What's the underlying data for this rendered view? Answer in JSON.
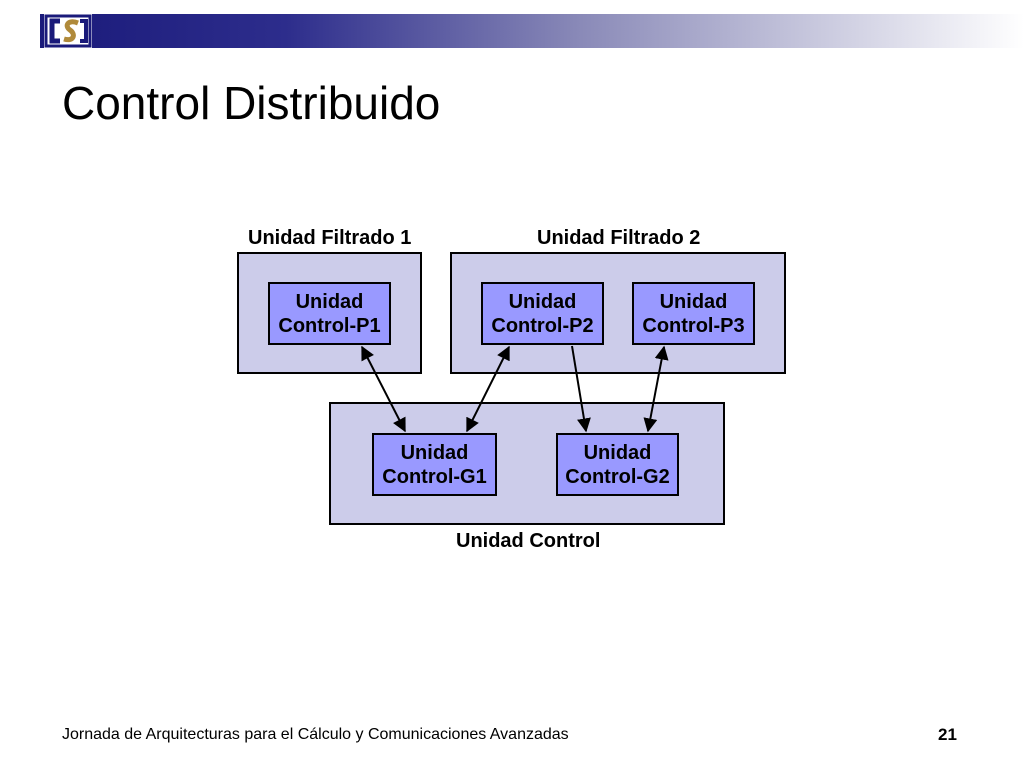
{
  "header": {
    "logo_text": "CS",
    "title": "Control Distribuido"
  },
  "diagram": {
    "groups": {
      "filtrado1": {
        "label": "Unidad Filtrado 1"
      },
      "filtrado2": {
        "label": "Unidad Filtrado 2"
      },
      "control": {
        "label": "Unidad Control"
      }
    },
    "units": {
      "p1": {
        "line1": "Unidad",
        "line2": "Control-P1"
      },
      "p2": {
        "line1": "Unidad",
        "line2": "Control-P2"
      },
      "p3": {
        "line1": "Unidad",
        "line2": "Control-P3"
      },
      "g1": {
        "line1": "Unidad",
        "line2": "Control-G1"
      },
      "g2": {
        "line1": "Unidad",
        "line2": "Control-G2"
      }
    },
    "connections": [
      {
        "from": "Control-P1",
        "to": "Control-G1",
        "direction": "both"
      },
      {
        "from": "Control-P2",
        "to": "Control-G1",
        "direction": "both"
      },
      {
        "from": "Control-P2",
        "to": "Control-G2",
        "direction": "forward"
      },
      {
        "from": "Control-P3",
        "to": "Control-G2",
        "direction": "both"
      }
    ],
    "colors": {
      "group_fill": "#ccccea",
      "unit_fill": "#9999ff",
      "header_bar": "#1a1a7a"
    }
  },
  "footer": {
    "text": "Jornada de Arquitecturas para el Cálculo y Comunicaciones Avanzadas",
    "page_number": "21"
  }
}
